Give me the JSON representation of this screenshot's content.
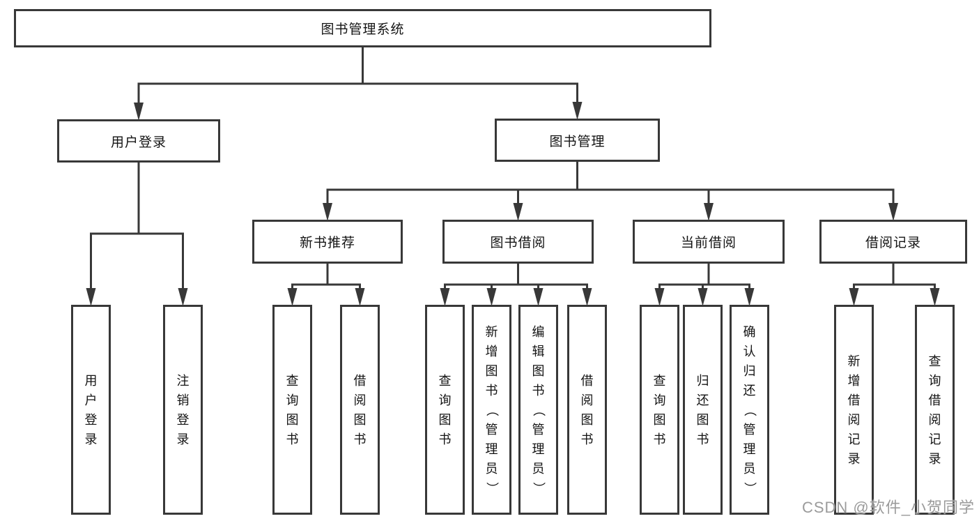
{
  "diagram": {
    "root": {
      "label": "图书管理系统"
    },
    "level2": {
      "user_login": {
        "label": "用户登录"
      },
      "book_mgmt": {
        "label": "图书管理"
      }
    },
    "level3": {
      "new_book_rec": {
        "label": "新书推荐"
      },
      "book_borrow": {
        "label": "图书借阅"
      },
      "current_borrow": {
        "label": "当前借阅"
      },
      "borrow_records": {
        "label": "借阅记录"
      }
    },
    "leaves": {
      "login": {
        "label": "用户登录"
      },
      "logout": {
        "label": "注销登录"
      },
      "query_books_rec": {
        "label": "查询图书"
      },
      "borrow_books_rec": {
        "label": "借阅图书"
      },
      "query_books_borrow": {
        "label": "查询图书"
      },
      "add_book_admin": {
        "label": "新增图书（管理员）"
      },
      "edit_book_admin": {
        "label": "编辑图书（管理员）"
      },
      "borrow_books_borrow": {
        "label": "借阅图书"
      },
      "query_books_current": {
        "label": "查询图书"
      },
      "return_book": {
        "label": "归还图书"
      },
      "confirm_return_admin": {
        "label": "确认归还（管理员）"
      },
      "add_borrow_record": {
        "label": "新增借阅记录"
      },
      "query_borrow_record": {
        "label": "查询借阅记录"
      }
    }
  },
  "watermark": "CSDN @软件_小贺同学",
  "colors": {
    "line": "#383838",
    "box_border": "#383838",
    "text": "#141414",
    "watermark": "#9b9b9b",
    "background": "#ffffff"
  }
}
